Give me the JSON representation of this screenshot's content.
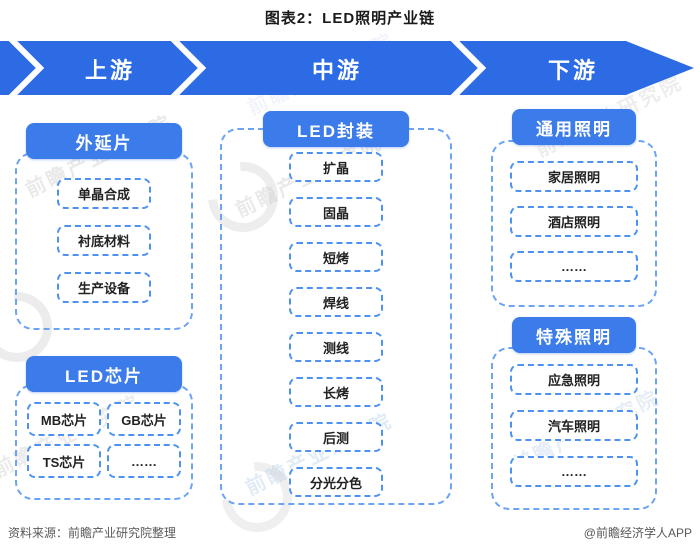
{
  "title": "图表2：LED照明产业链",
  "stages": [
    {
      "label": "上游"
    },
    {
      "label": "中游"
    },
    {
      "label": "下游"
    }
  ],
  "columns": [
    {
      "id": "upstream",
      "groups": [
        {
          "header": "外延片",
          "items": [
            "单晶合成",
            "衬底材料",
            "生产设备"
          ]
        },
        {
          "header": "LED芯片",
          "items": [
            "MB芯片",
            "GB芯片",
            "TS芯片",
            "……"
          ]
        }
      ]
    },
    {
      "id": "midstream",
      "groups": [
        {
          "header": "LED封装",
          "items": [
            "扩晶",
            "固晶",
            "短烤",
            "焊线",
            "测线",
            "长烤",
            "后测",
            "分光分色"
          ]
        }
      ]
    },
    {
      "id": "downstream",
      "groups": [
        {
          "header": "通用照明",
          "items": [
            "家居照明",
            "酒店照明",
            "……"
          ]
        },
        {
          "header": "特殊照明",
          "items": [
            "应急照明",
            "汽车照明",
            "……"
          ]
        }
      ]
    }
  ],
  "footer": {
    "source": "资料来源：前瞻产业研究院整理",
    "credit": "@前瞻经济学人APP"
  },
  "watermark": {
    "text": "前瞻产业研究院"
  },
  "colors": {
    "ribbon": "#2D6BE4",
    "header_pill": "#3B7BEA",
    "dashed_border_outer": "#6BA4F4",
    "dashed_border_item": "#4E92F0",
    "item_text": "#222222",
    "footer_text": "#595959"
  }
}
